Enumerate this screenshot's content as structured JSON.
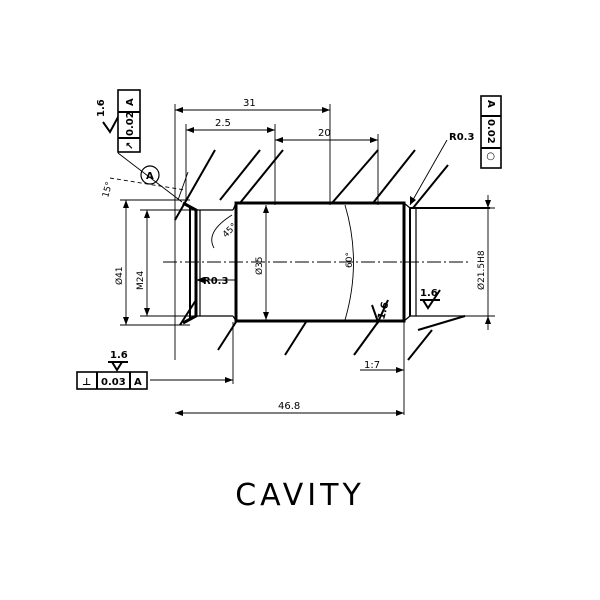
{
  "caption": "CAVITY",
  "dimensions": {
    "top_31": "31",
    "top_25": "2.5",
    "top_20": "20",
    "bottom_1_7": "1:7",
    "bottom_46_8": "46.8",
    "radius_left": "R0.3",
    "radius_right": "R0.3",
    "dia_left_outer": "Ø41",
    "dia_left_thread": "M24",
    "dia_main": "Ø35",
    "dia_right": "Ø21.5H8",
    "taper_angle": "60°",
    "angle_left": "45°",
    "angle_top": "15°",
    "datum": "A"
  },
  "roughness": {
    "top_left": "1.6",
    "bottom_left": "1.6",
    "right_bottom": "1.6",
    "mid_bottom": "1.6"
  },
  "tolerance_frames": {
    "runout": {
      "symbol": "↗",
      "value": "0.02",
      "datum": "A"
    },
    "perpendicular": {
      "symbol": "⊥",
      "value": "0.03",
      "datum": "A"
    },
    "circularity": {
      "symbol": "○",
      "value": "0.02",
      "datum": "A"
    }
  }
}
